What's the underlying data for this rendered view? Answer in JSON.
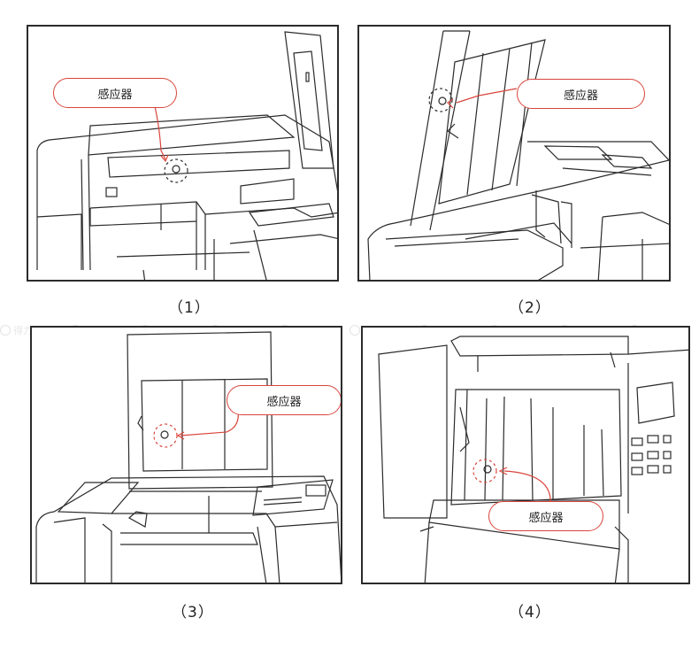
{
  "callout_label": "感应器",
  "panels": [
    {
      "caption": "（1）"
    },
    {
      "caption": "（2）"
    },
    {
      "caption": "（3）"
    },
    {
      "caption": "（4）"
    }
  ],
  "watermark": {
    "text": "得力普",
    "count": 10
  },
  "colors": {
    "accent": "#d9453c",
    "line": "#2b2b2b"
  }
}
